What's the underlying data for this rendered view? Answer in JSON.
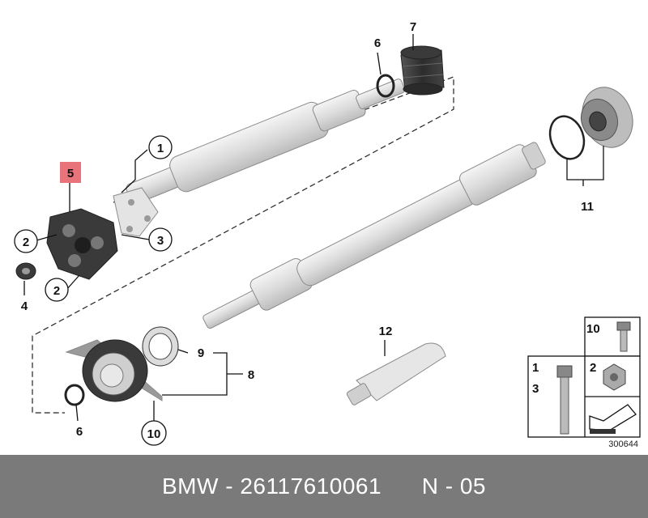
{
  "callouts": {
    "c1": "1",
    "c2a": "2",
    "c2b": "2",
    "c3": "3",
    "c4": "4",
    "c5": "5",
    "c6a": "6",
    "c6b": "6",
    "c7": "7",
    "c8": "8",
    "c9": "9",
    "c10a": "10",
    "c11": "11",
    "c12": "12"
  },
  "legend": {
    "label_10": "10",
    "label_1": "1",
    "label_3": "3",
    "label_2": "2"
  },
  "ref_number": "300644",
  "footer": {
    "brand": "BMW",
    "separator": "-",
    "part_number": "26117610061",
    "page": "N - 05"
  },
  "colors": {
    "highlight": "#e8737a",
    "footer_bg": "#7a7a7a"
  }
}
